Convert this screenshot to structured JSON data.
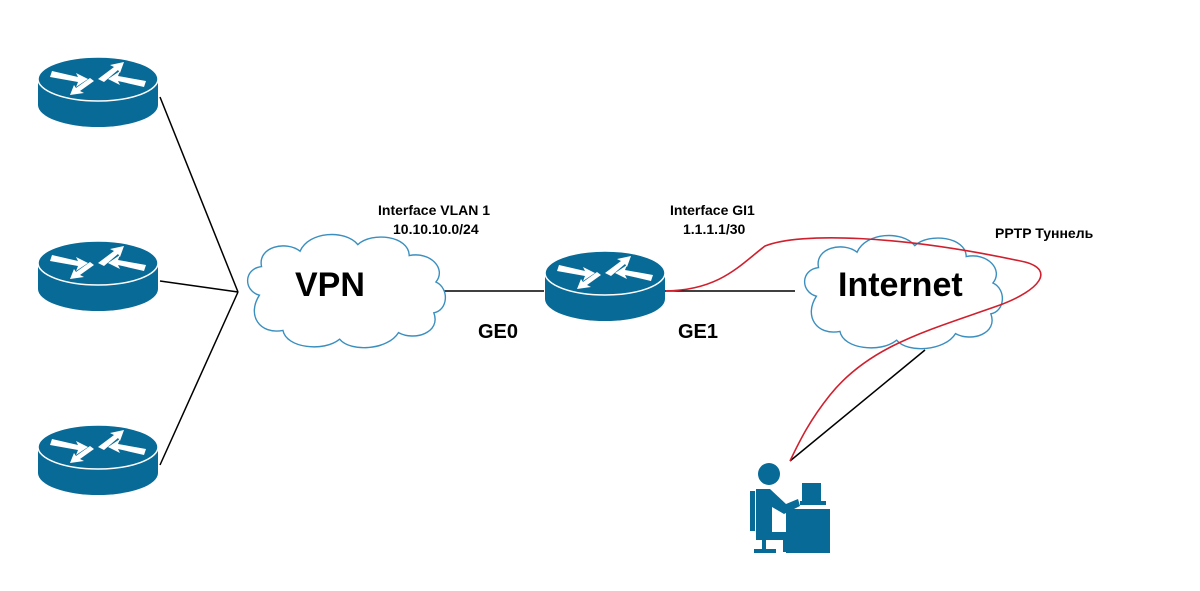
{
  "diagram": {
    "colors": {
      "device": "#086a97",
      "cloud_stroke": "#3a8fbf",
      "link": "#000000",
      "tunnel": "#d0202e"
    },
    "nodes": {
      "router_left_1": {
        "icon": "router-icon"
      },
      "router_left_2": {
        "icon": "router-icon"
      },
      "router_left_3": {
        "icon": "router-icon"
      },
      "vpn_cloud": {
        "label": "VPN",
        "icon": "cloud-icon"
      },
      "central_router": {
        "icon": "router-icon"
      },
      "internet_cloud": {
        "label": "Internet",
        "icon": "cloud-icon"
      },
      "remote_user": {
        "icon": "user-workstation-icon"
      }
    },
    "labels": {
      "vlan_interface": "Interface VLAN 1",
      "vlan_subnet": "10.10.10.0/24",
      "gi_interface": "Interface GI1",
      "gi_address": "1.1.1.1/30",
      "port_ge0": "GE0",
      "port_ge1": "GE1",
      "tunnel": "PPTP Туннель"
    },
    "links": [
      {
        "from": "router_left_1",
        "to": "vpn_cloud"
      },
      {
        "from": "router_left_2",
        "to": "vpn_cloud"
      },
      {
        "from": "router_left_3",
        "to": "vpn_cloud"
      },
      {
        "from": "vpn_cloud",
        "to": "central_router",
        "port": "GE0"
      },
      {
        "from": "central_router",
        "to": "internet_cloud",
        "port": "GE1"
      },
      {
        "from": "internet_cloud",
        "to": "remote_user"
      },
      {
        "from": "central_router",
        "to": "remote_user",
        "type": "PPTP tunnel"
      }
    ]
  }
}
